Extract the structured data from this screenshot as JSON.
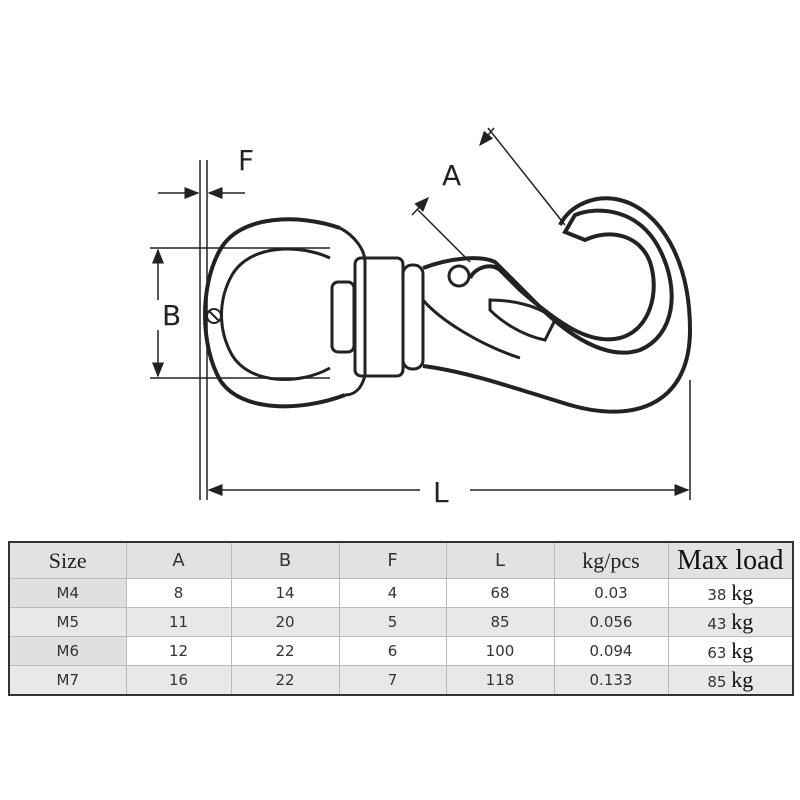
{
  "diagram": {
    "labels": {
      "F": "F",
      "B": "B",
      "A": "A",
      "L": "L"
    }
  },
  "table": {
    "headers": [
      "Size",
      "A",
      "B",
      "F",
      "L",
      "kg/pcs",
      "Max load"
    ],
    "rows": [
      {
        "size": "M4",
        "a": "8",
        "b": "14",
        "f": "4",
        "l": "68",
        "weight": "0.03",
        "load": "38",
        "unit": "kg"
      },
      {
        "size": "M5",
        "a": "11",
        "b": "20",
        "f": "5",
        "l": "85",
        "weight": "0.056",
        "load": "43",
        "unit": "kg"
      },
      {
        "size": "M6",
        "a": "12",
        "b": "22",
        "f": "6",
        "l": "100",
        "weight": "0.094",
        "load": "63",
        "unit": "kg"
      },
      {
        "size": "M7",
        "a": "16",
        "b": "22",
        "f": "7",
        "l": "118",
        "weight": "0.133",
        "load": "85",
        "unit": "kg"
      }
    ]
  }
}
